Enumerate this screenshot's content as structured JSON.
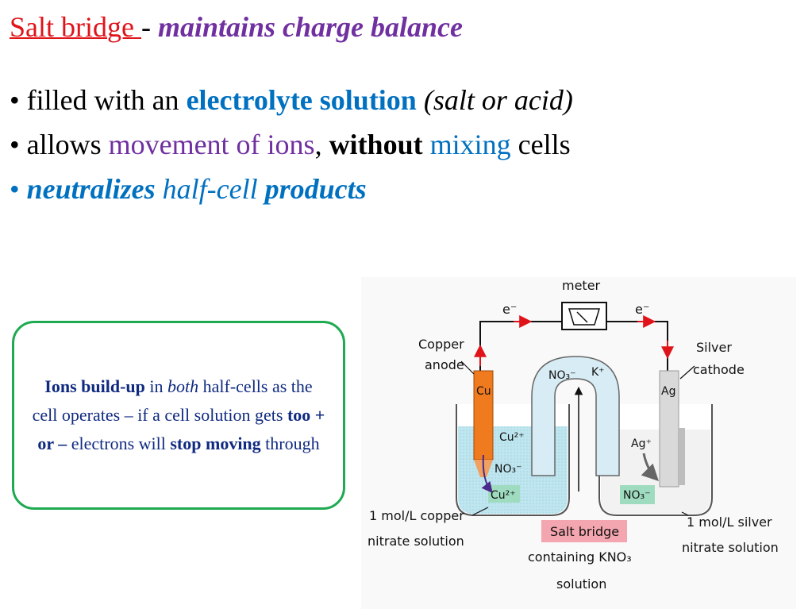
{
  "title": {
    "term": "Salt bridge ",
    "dash": "- ",
    "desc": "maintains charge balance"
  },
  "bullets": {
    "b1_prefix": "•  filled with an ",
    "b1_bold": "electrolyte solution",
    "b1_italic": " (salt or acid)",
    "b2_prefix": "• allows ",
    "b2_purple": "movement of ions",
    "b2_comma": ", ",
    "b2_bold": "without",
    "b2_space": " ",
    "b2_blue": "mixing",
    "b2_suffix": " cells",
    "b3_bullet": "• ",
    "b3_word1": "neutralizes",
    "b3_word2": " half-cell ",
    "b3_word3": "products"
  },
  "callout": {
    "p1_bold": "Ions build-up",
    "p2": " in ",
    "p3_italic": "both",
    "p4": " half-cells as the cell operates – if a cell solution gets ",
    "p5_bold": "too + or –",
    "p6": " electrons will ",
    "p7_bold": "stop moving",
    "p8": " through"
  },
  "diagram": {
    "meter": "meter",
    "e_left": "e⁻",
    "e_right": "e⁻",
    "copper_anode_l1": "Copper",
    "copper_anode_l2": "anode",
    "silver_cathode_l1": "Silver",
    "silver_cathode_l2": "cathode",
    "cu_electrode": "Cu",
    "ag_electrode": "Ag",
    "bridge_no3": "NO₃⁻",
    "bridge_k": "K⁺",
    "cu_ion": "Cu²⁺",
    "no3_left": "NO₃⁻",
    "cu_ion_bottom": "Cu²⁺",
    "ag_ion": "Ag⁺",
    "no3_right": "NO₃⁻",
    "left_solution_l1": "1 mol/L copper",
    "left_solution_l2": "nitrate solution",
    "salt_bridge_label": "Salt bridge",
    "salt_bridge_l2": "containing KNO₃",
    "salt_bridge_l3": "solution",
    "right_solution_l1": "1 mol/L silver",
    "right_solution_l2": "nitrate solution"
  }
}
